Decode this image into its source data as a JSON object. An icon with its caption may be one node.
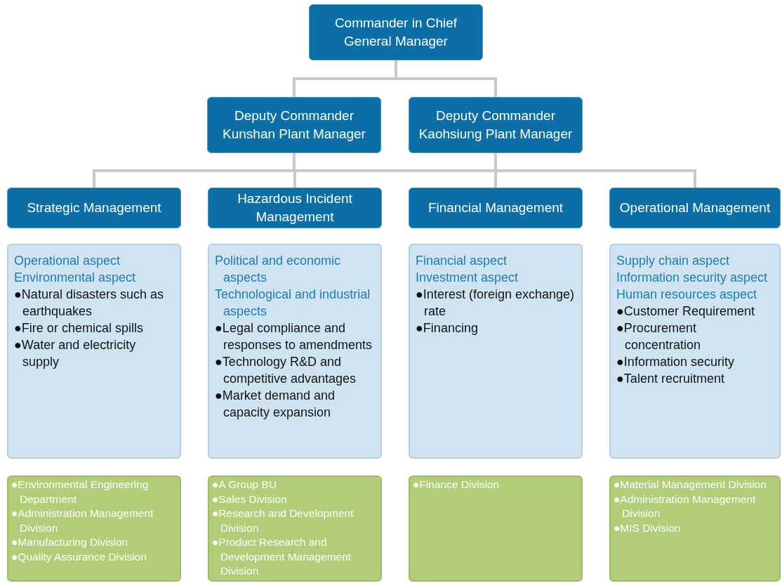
{
  "diagram": {
    "nodes": [
      {
        "text": [
          "Commander in Chief",
          "General Manager"
        ]
      },
      {
        "text": [
          "Deputy Commander",
          "Kunshan Plant Manager"
        ]
      },
      {
        "text": [
          "Deputy Commander",
          "Kaohsiung Plant Manager"
        ]
      },
      {
        "text": [
          "Strategic Management"
        ]
      },
      {
        "text": [
          "Hazardous Incident Management"
        ]
      },
      {
        "text": [
          "Financial Management"
        ]
      },
      {
        "text": [
          "Operational Management"
        ]
      },
      {
        "text": [
          "Operational aspect",
          "Environmental aspect",
          "●Natural disasters such as earthquakes",
          "●Fire or chemical spills",
          "●Water and electricity supply"
        ]
      },
      {
        "text": [
          "Political and economic aspects",
          "Technological and industrial aspects",
          "●Legal compliance and responses to amendments",
          "●Technology R&D and competitive advantages",
          "●Market demand and capacity expansion"
        ]
      },
      {
        "text": [
          "Financial aspect",
          "Investment aspect",
          "●Interest (foreign exchange) rate",
          "●Financing"
        ]
      },
      {
        "text": [
          "Supply chain aspect",
          "Information security aspect",
          "Human resources aspect",
          "●Customer Requirement",
          "●Procurement concentration",
          "●Information security",
          "●Talent recruitment"
        ]
      },
      {
        "text": [
          "●Environmental Engineering Department",
          "●Administration Management Division",
          "●Manufacturing Division",
          "●Quality Assurance Division"
        ]
      },
      {
        "text": [
          "●A Group BU",
          "●Sales Division",
          "●Research and Development Division",
          "●Product Research and Development Management Division"
        ]
      },
      {
        "text": [
          "●Finance Division"
        ]
      },
      {
        "text": [
          "●Material Management Division",
          "●Administration Management Division",
          "●MIS Division"
        ]
      }
    ],
    "edges": [
      {
        "from": 0,
        "to": 1,
        "arrow": "none"
      },
      {
        "from": 0,
        "to": 2,
        "arrow": "none"
      },
      {
        "from": 1,
        "to": 3,
        "arrow": "none"
      },
      {
        "from": 1,
        "to": 4,
        "arrow": "none"
      },
      {
        "from": 1,
        "to": 5,
        "arrow": "none"
      },
      {
        "from": 1,
        "to": 6,
        "arrow": "none"
      },
      {
        "from": 2,
        "to": 3,
        "arrow": "none"
      },
      {
        "from": 2,
        "to": 4,
        "arrow": "none"
      },
      {
        "from": 2,
        "to": 5,
        "arrow": "none"
      },
      {
        "from": 2,
        "to": 6,
        "arrow": "none"
      }
    ]
  }
}
